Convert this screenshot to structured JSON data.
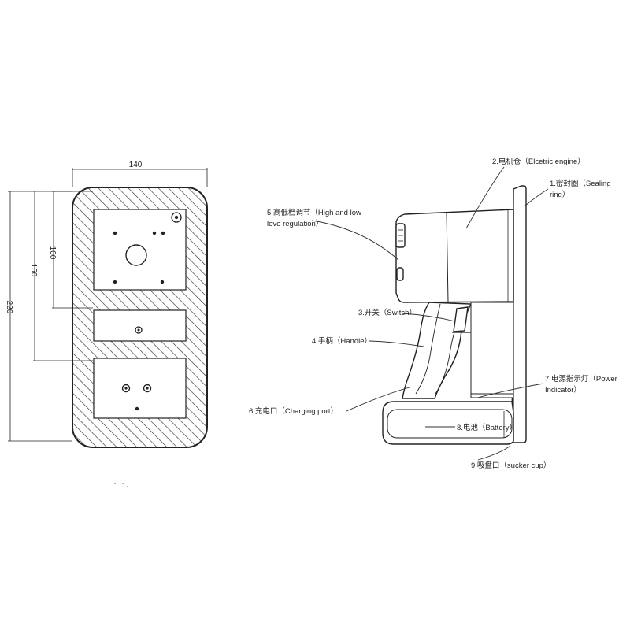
{
  "front_view": {
    "dimensions": {
      "width": "140",
      "height_upper": "100",
      "height_middle": "150",
      "height_total": "220"
    }
  },
  "side_view": {
    "callouts": [
      {
        "id": "sealing-ring",
        "lines": [
          "1.密封圈（Sealing",
          "ring）"
        ]
      },
      {
        "id": "electric-engine",
        "lines": [
          "2.电机仓（Elcetric engine）"
        ]
      },
      {
        "id": "switch",
        "lines": [
          "3.开关（Switch）"
        ]
      },
      {
        "id": "handle",
        "lines": [
          "4.手柄（Handle）"
        ]
      },
      {
        "id": "speed-regulation",
        "lines": [
          "5.高低档调节（High and low",
          "leve regulation）"
        ]
      },
      {
        "id": "charging-port",
        "lines": [
          "6.充电口（Charging port）"
        ]
      },
      {
        "id": "power-indicator",
        "lines": [
          "7.电源指示灯（Power",
          "Indicator）"
        ]
      },
      {
        "id": "battery",
        "lines": [
          "8.电池（Battery）"
        ]
      },
      {
        "id": "sucker-cup",
        "lines": [
          "9.吸盘口（sucker cup）"
        ]
      }
    ]
  },
  "colors": {
    "stroke": "#222222",
    "hatch": "#333333",
    "background": "#ffffff"
  }
}
